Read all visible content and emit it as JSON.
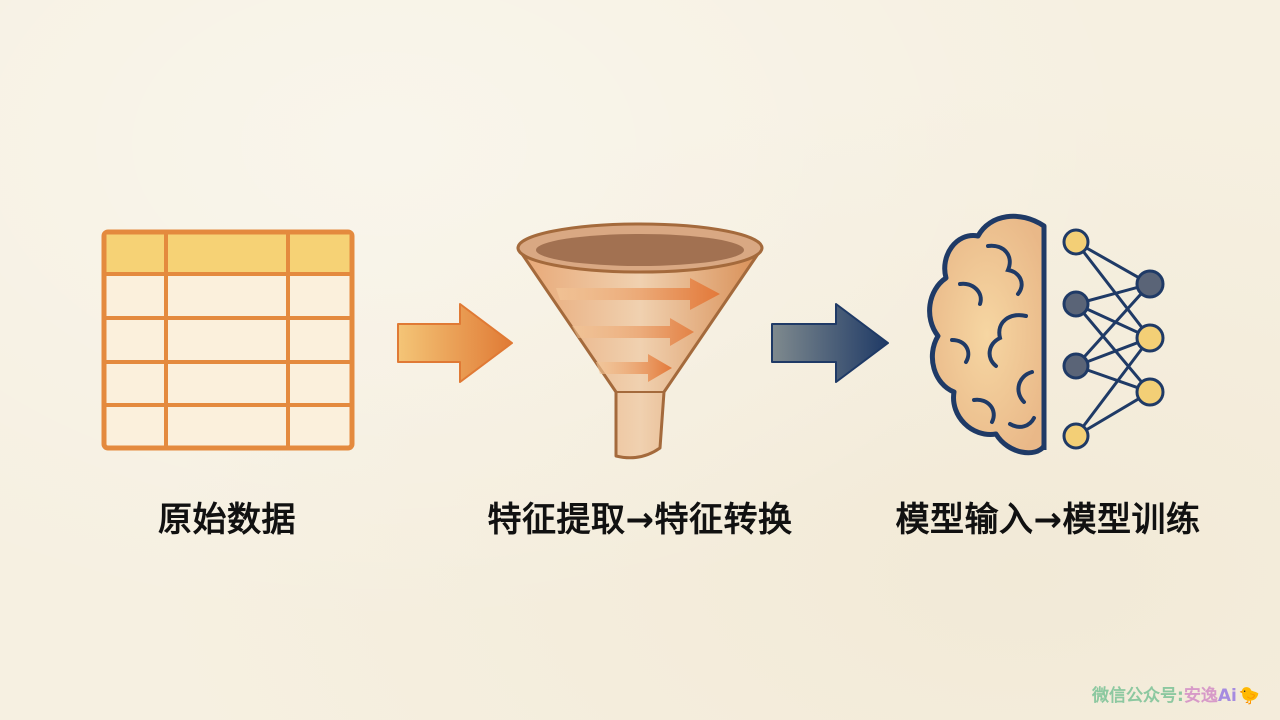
{
  "steps": [
    {
      "label": "原始数据"
    },
    {
      "label": "特征提取→特征转换"
    },
    {
      "label": "模型输入→模型训练"
    }
  ],
  "watermark": {
    "lead": "微信公众号",
    "colon": ":",
    "name": "安逸",
    "ai": "Ai",
    "emoji": "🐤"
  },
  "colors": {
    "background": "#f6f0e1",
    "orange": "#e48a3e",
    "yellow": "#f6d275",
    "navy": "#25406a",
    "funnel": "#e9b98b",
    "brain": "#f1c98e",
    "node_yellow": "#f3cf76",
    "node_gray": "#5a6477"
  }
}
